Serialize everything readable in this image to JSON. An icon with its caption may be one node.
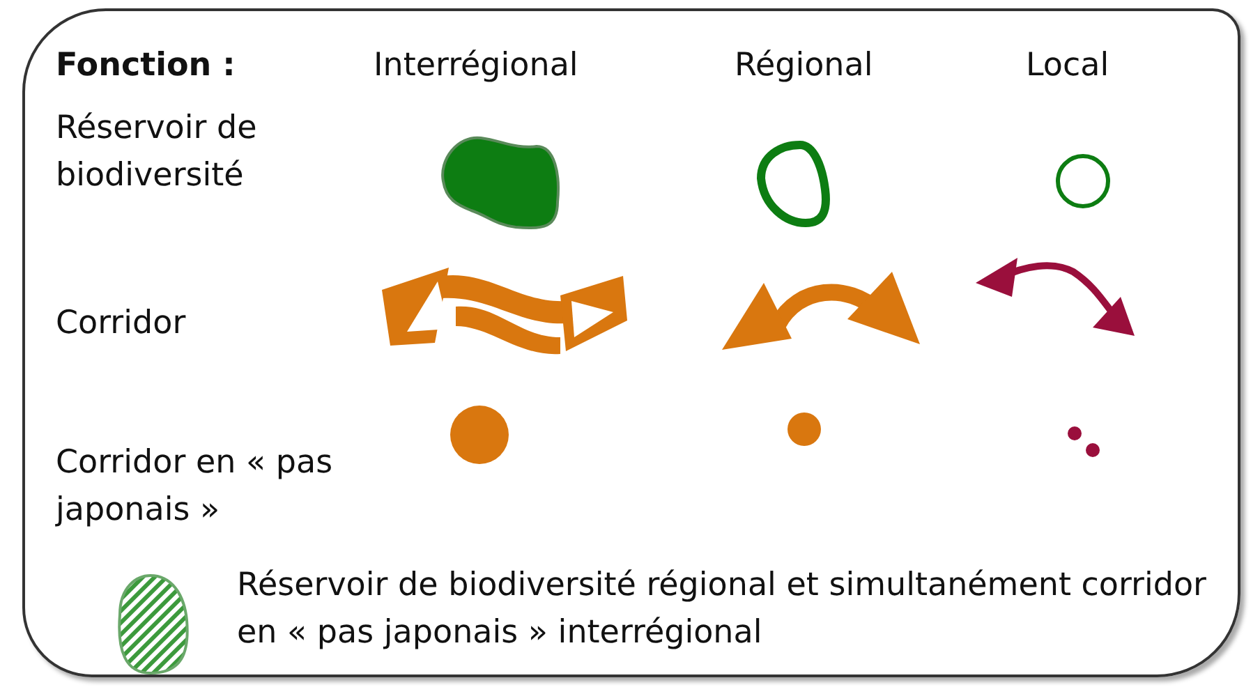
{
  "diagram": {
    "labels": [
      "Fonction :",
      "Interrégional",
      "Régional",
      "Local",
      "Réservoir de biodiversité",
      "Corridor",
      "Corridor en « pas japonais »"
    ],
    "legend": [
      {
        "text": "Réservoir de biodiversité régional et simultanément corridor en « pas japonais » interrégional"
      }
    ]
  }
}
